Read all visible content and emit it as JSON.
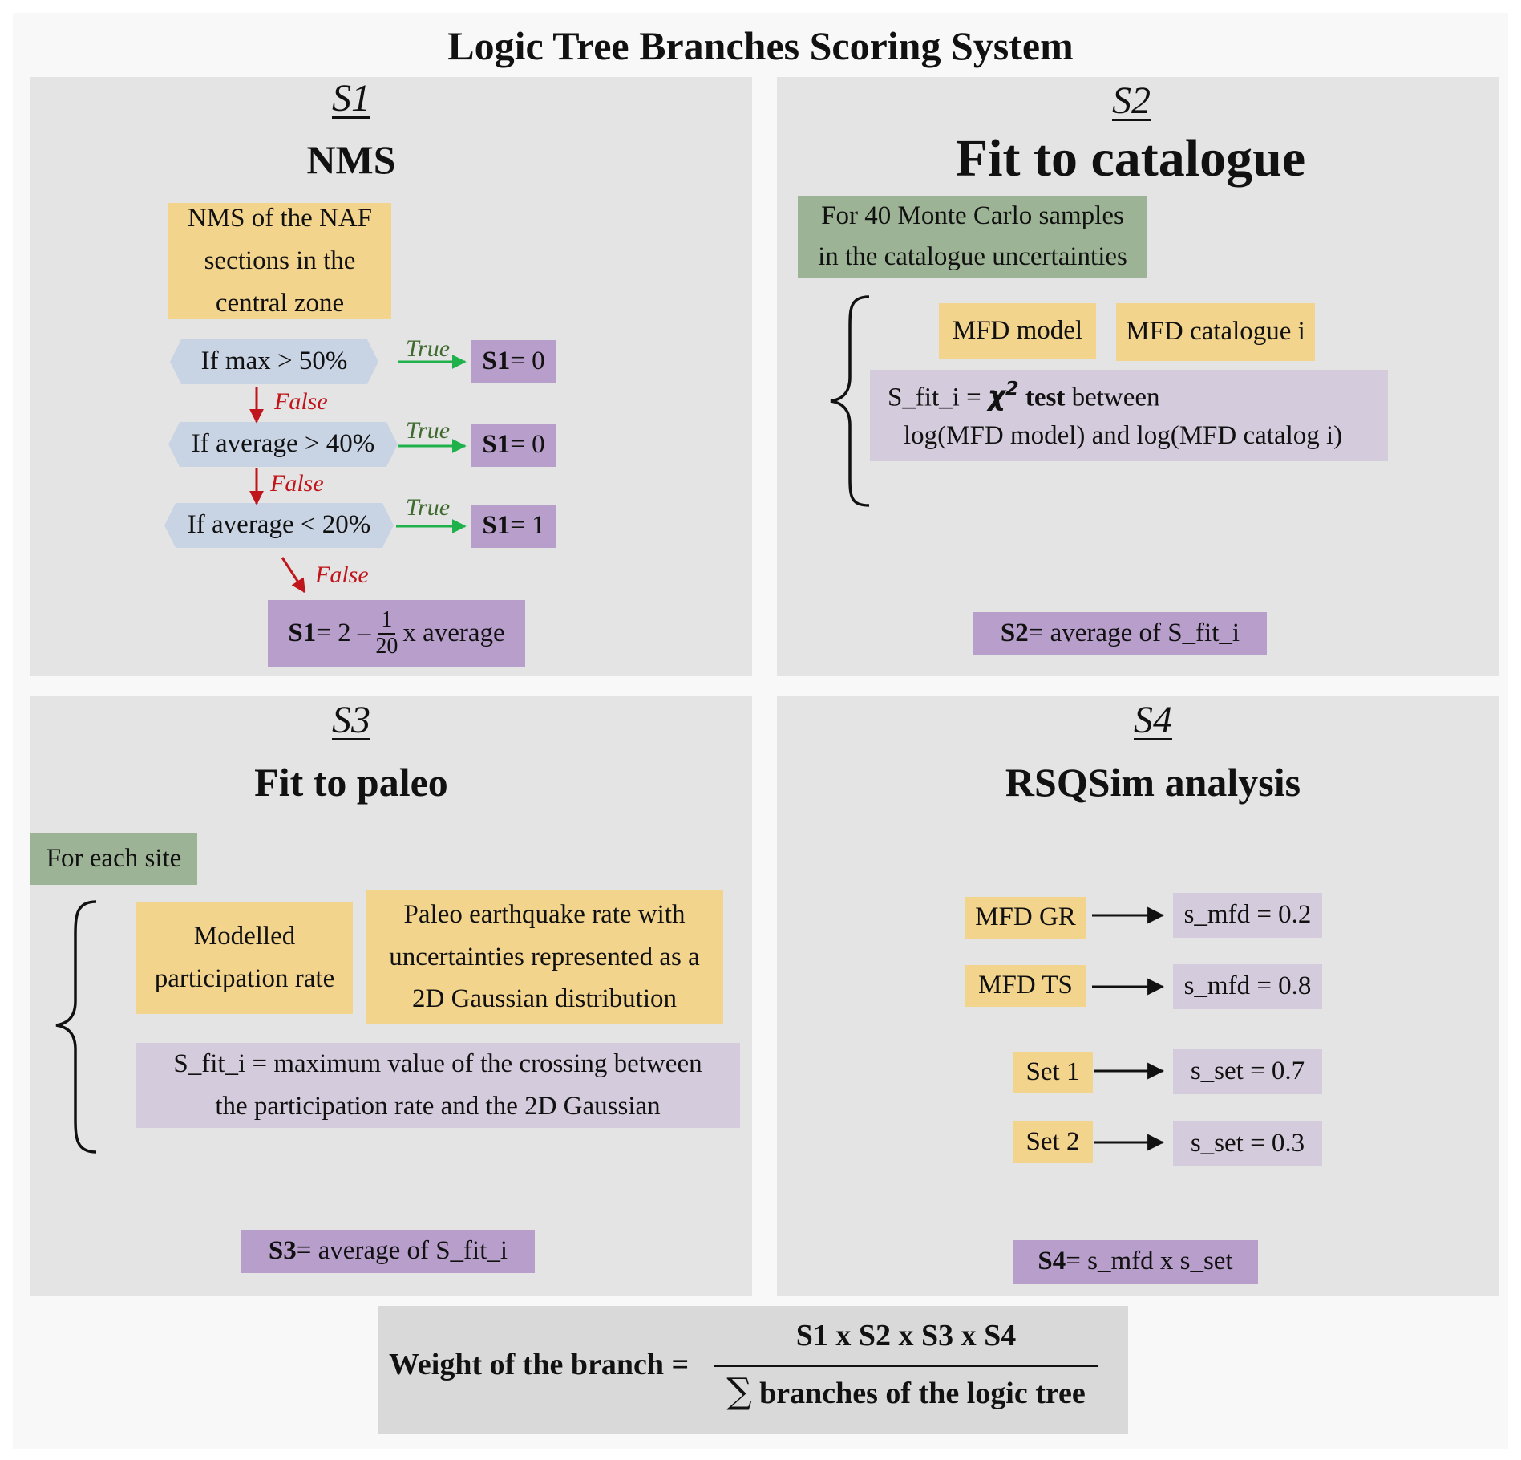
{
  "title": "Logic Tree Branches Scoring System",
  "s1": {
    "tag": "S1",
    "heading": "NMS",
    "nms_box": [
      "NMS of the NAF",
      "sections in the",
      "central zone"
    ],
    "conditions": [
      "If max > 50%",
      "If average > 40%",
      "If average < 20%"
    ],
    "true_label": "True",
    "false_label": "False",
    "result_bold": "S1",
    "results": [
      " = 0",
      " = 0",
      " = 1"
    ],
    "final": {
      "bold": "S1",
      "pre": " = 2 –",
      "num": "1",
      "den": "20",
      "post": " x average"
    }
  },
  "s2": {
    "tag": "S2",
    "heading": "Fit to catalogue",
    "mc_box": [
      "For 40 Monte Carlo samples",
      "in the catalogue uncertainties"
    ],
    "mfd_model": "MFD model",
    "mfd_catalogue": "MFD catalogue i",
    "fit_pre": "S_fit_i = ",
    "fit_chi": "χ",
    "fit_sup": "2",
    "fit_test": " test",
    "fit_between": " between",
    "fit_line2": "log(MFD model) and log(MFD catalog i)",
    "result_bold": "S2",
    "result_text": " = average of S_fit_i"
  },
  "s3": {
    "tag": "S3",
    "heading": "Fit to paleo",
    "site_box": "For each site",
    "modelled": [
      "Modelled",
      "participation rate"
    ],
    "paleo": [
      "Paleo earthquake rate with",
      "uncertainties represented as a",
      "2D Gaussian distribution"
    ],
    "fit": [
      "S_fit_i =  maximum value of the crossing between",
      "the participation rate and the 2D Gaussian"
    ],
    "result_bold": "S3",
    "result_text": " = average of S_fit_i"
  },
  "s4": {
    "tag": "S4",
    "heading": "RSQSim analysis",
    "rows": [
      {
        "left": "MFD GR",
        "right": "s_mfd = 0.2"
      },
      {
        "left": "MFD TS",
        "right": "s_mfd = 0.8"
      },
      {
        "left": "Set 1",
        "right": "s_set = 0.7"
      },
      {
        "left": "Set 2",
        "right": "s_set = 0.3"
      }
    ],
    "result_bold": "S4",
    "result_text": " = s_mfd x s_set"
  },
  "weight": {
    "label": "Weight of the branch =",
    "numerator": "S1 x S2 x S3 x S4",
    "sigma": "∑",
    "denominator": " branches of the logic tree"
  },
  "colors": {
    "panel": "#e4e4e4",
    "yellow": "#f3d48d",
    "green": "#9db395",
    "purple": "#b79ecb",
    "lavender": "#d4ccdc",
    "hexagon": "#c8d3e3",
    "true_arrow": "#1fb14a",
    "false_arrow": "#c0151b"
  }
}
